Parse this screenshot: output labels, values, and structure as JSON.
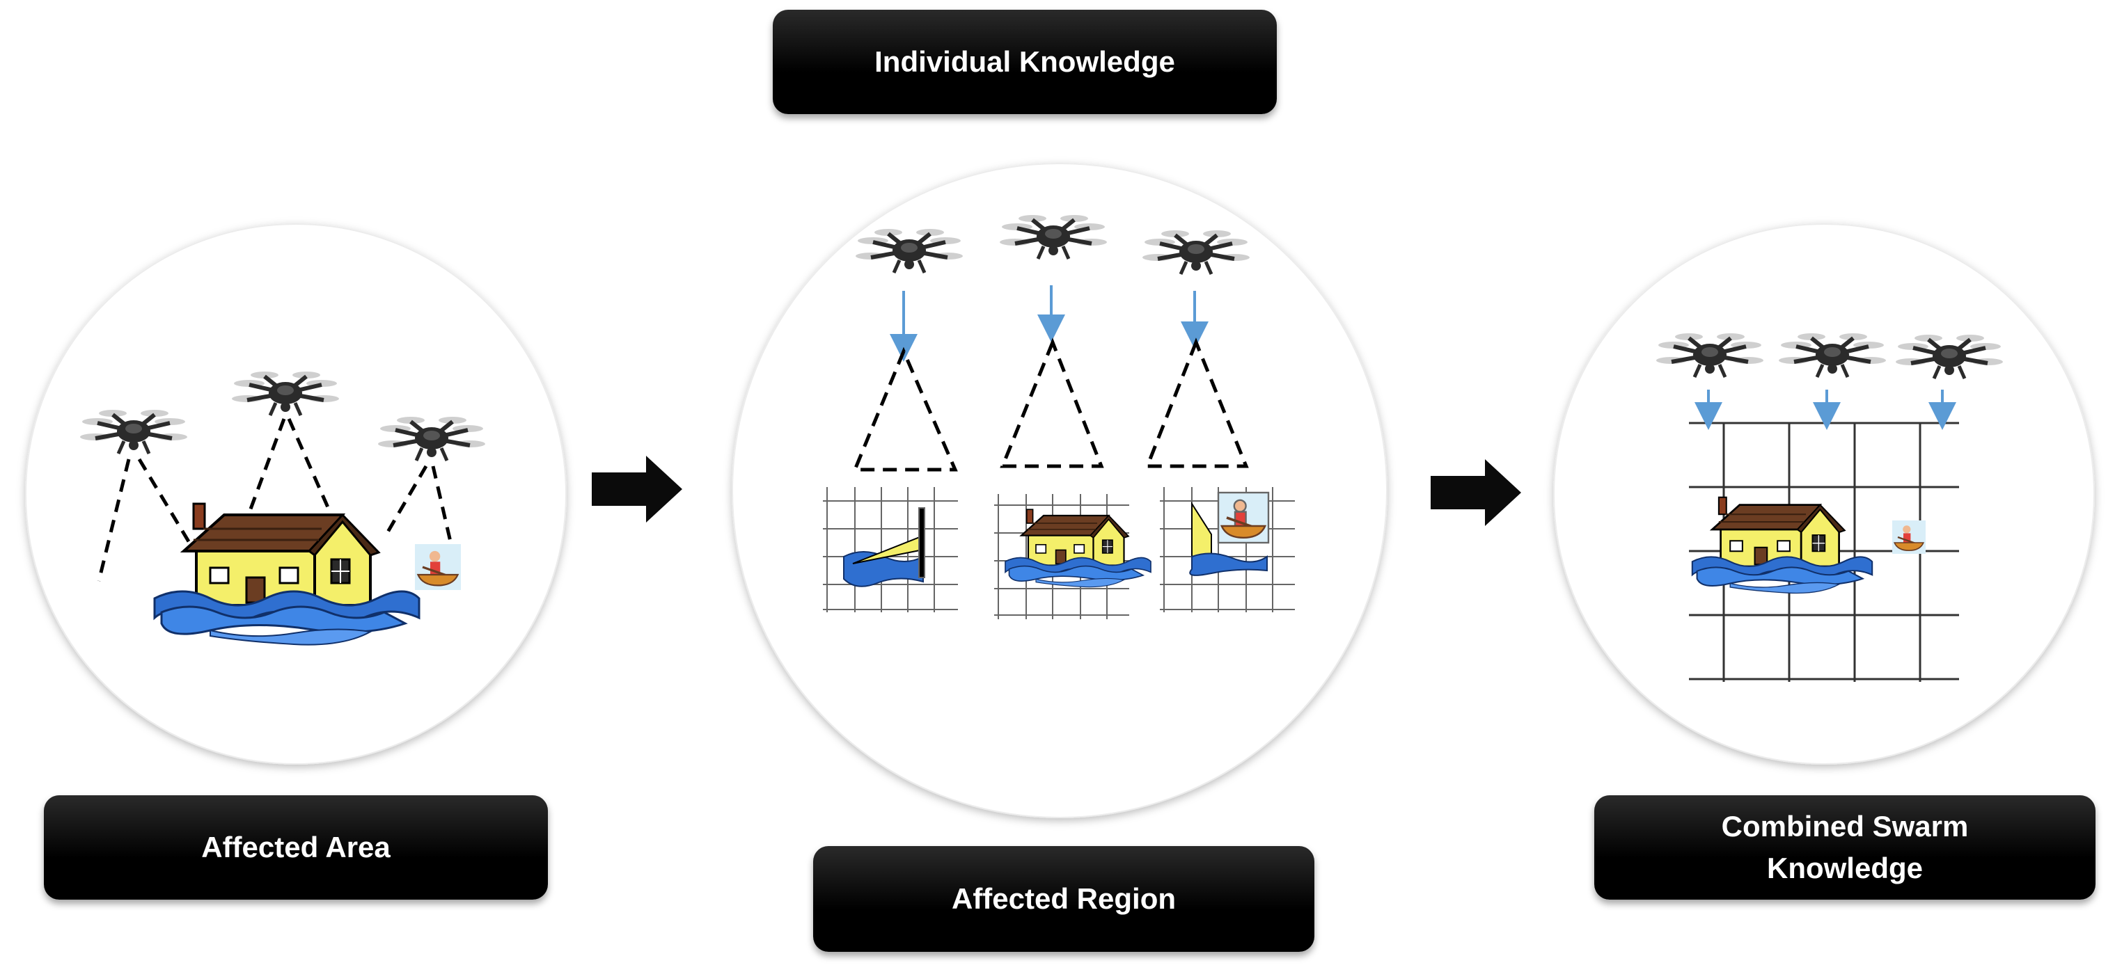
{
  "labels": {
    "individual_knowledge": "Individual Knowledge",
    "affected_area": "Affected Area",
    "affected_region": "Affected Region",
    "combined_swarm_knowledge": "Combined Swarm\nKnowledge"
  },
  "colors": {
    "label_background": "#000000",
    "label_text": "#ffffff",
    "water": "#2f6fd0",
    "house_wall": "#f4ef6a",
    "roof": "#6b3d22",
    "scan_arrow": "#5b9bd5",
    "drone": "#2b2b2b",
    "grid": "#555555"
  },
  "icons": [
    "drone-icon",
    "house-icon",
    "water-icon",
    "person-in-boat-icon",
    "arrow-right-icon"
  ]
}
